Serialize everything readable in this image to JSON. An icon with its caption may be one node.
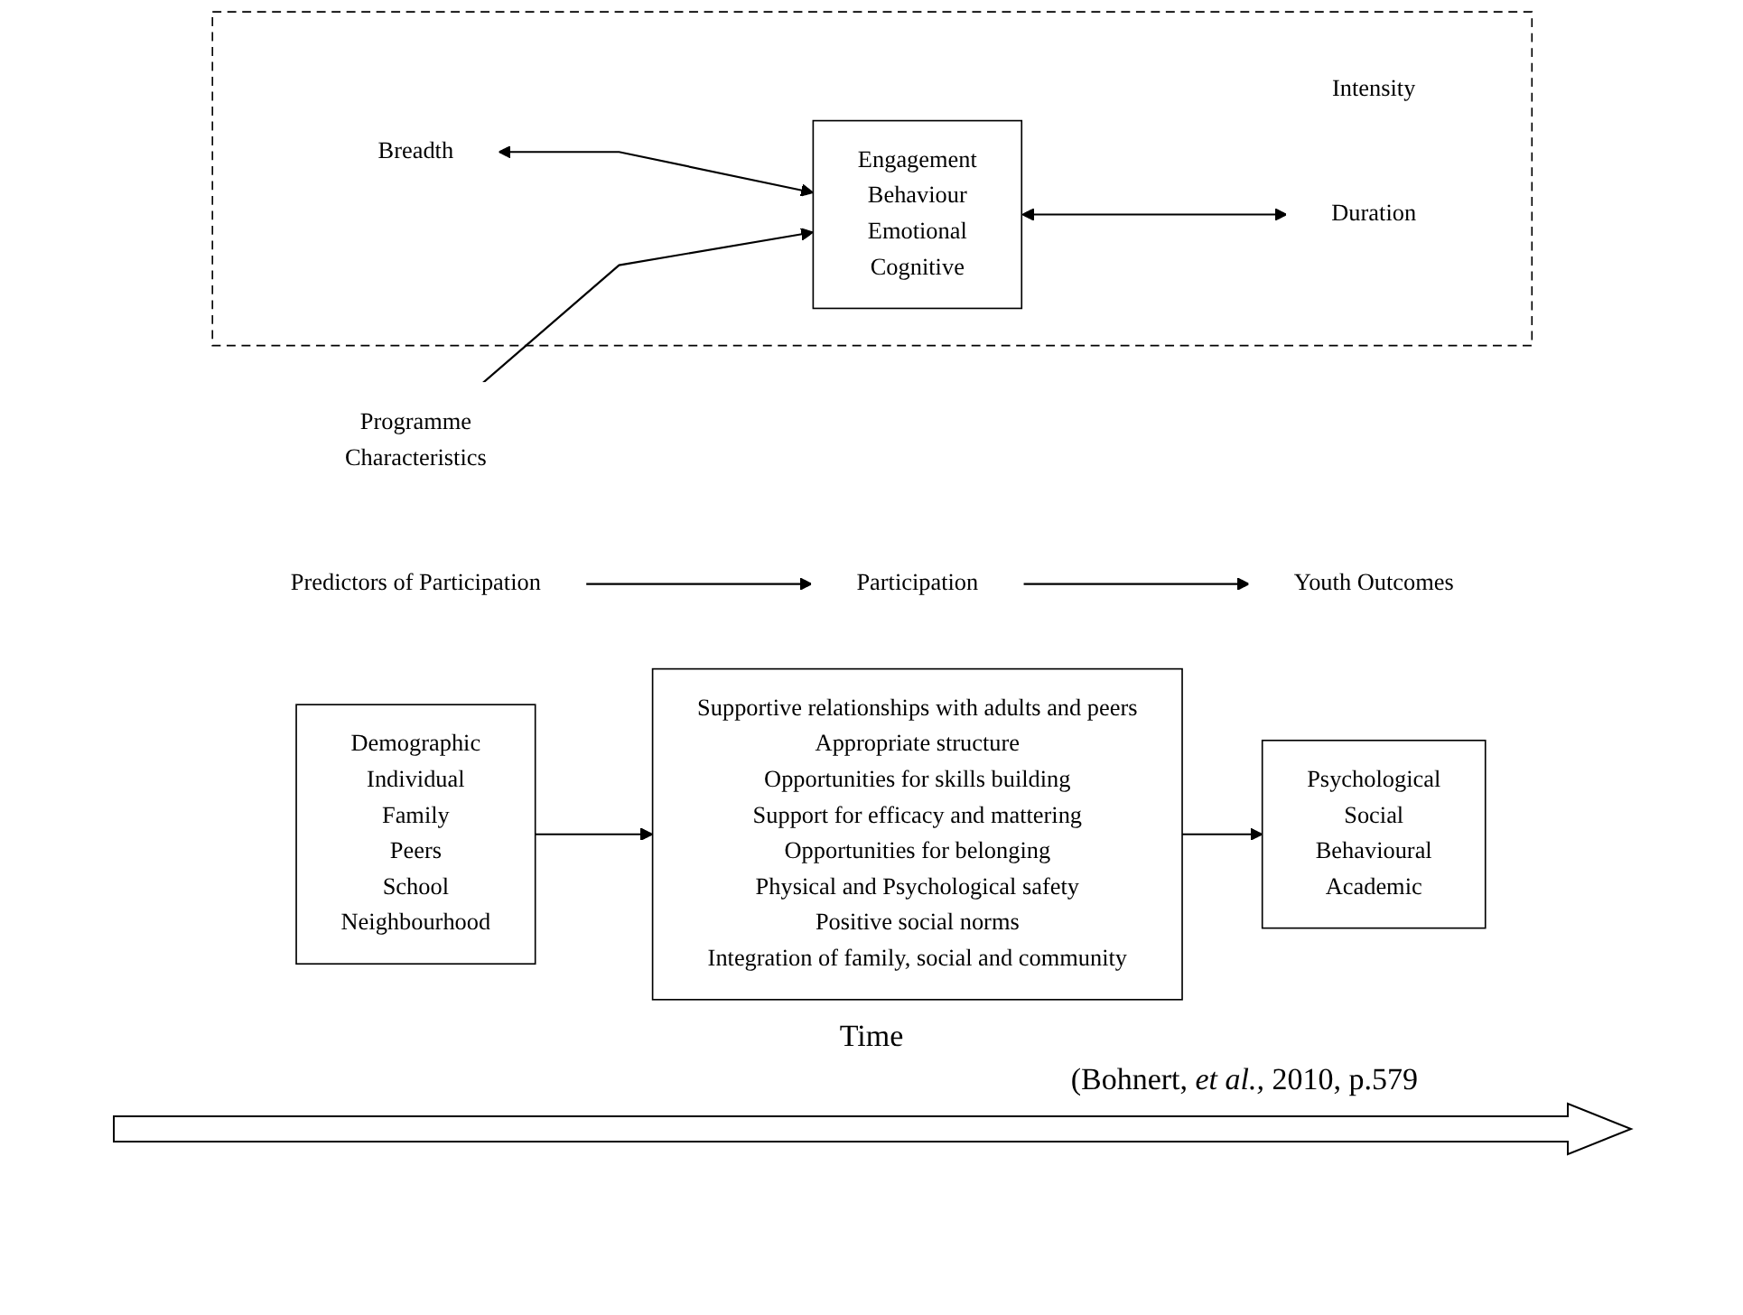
{
  "diagram": {
    "caption": "(Bohnert, *et al.,* 2010, p.579",
    "nodes": [
      {
        "text": [
          "Predictors of Participation"
        ]
      },
      {
        "text": [
          "Participation"
        ]
      },
      {
        "text": [
          "Youth Outcomes"
        ]
      },
      {
        "text": [
          "Demographic",
          "Individual",
          "Family",
          "Peers",
          "School",
          "Neighbourhood"
        ]
      },
      {
        "text": [],
        "shape": "box"
      },
      {
        "text": [
          "Breadth"
        ],
        "in": 4
      },
      {
        "text": [
          "Intensity"
        ],
        "in": 4
      },
      {
        "text": [
          "Engagement",
          "Behaviour",
          "Emotional",
          "Cognitive"
        ],
        "in": 4
      },
      {
        "text": [
          "Duration"
        ],
        "in": 4
      },
      {
        "text": [
          "Psychological",
          "Social",
          "Behavioural",
          "Academic"
        ]
      },
      {
        "text": [
          "Programme",
          "Characteristics"
        ]
      },
      {
        "text": [
          "Supportive relationships with adults and peers",
          "Appropriate structure",
          "Opportunities for skills building",
          "Support for efficacy and mattering",
          "Opportunities for belonging",
          "Physical and Psychological safety",
          "Positive social norms",
          "Integration of family, social and community"
        ]
      }
    ],
    "edges": [
      {
        "from": 0,
        "to": 1,
        "arrow": "to"
      },
      {
        "from": 1,
        "to": 2,
        "arrow": "to"
      },
      {
        "from": 5,
        "to": 7,
        "arrow": "both"
      },
      {
        "from": 7,
        "to": 8,
        "arrow": "both"
      },
      {
        "from": 10,
        "to": 7,
        "arrow": "to"
      },
      {
        "from": 3,
        "to": 11,
        "arrow": "to"
      },
      {
        "from": 11,
        "to": 9,
        "arrow": "to"
      }
    ],
    "labels": [
      "Time"
    ]
  }
}
